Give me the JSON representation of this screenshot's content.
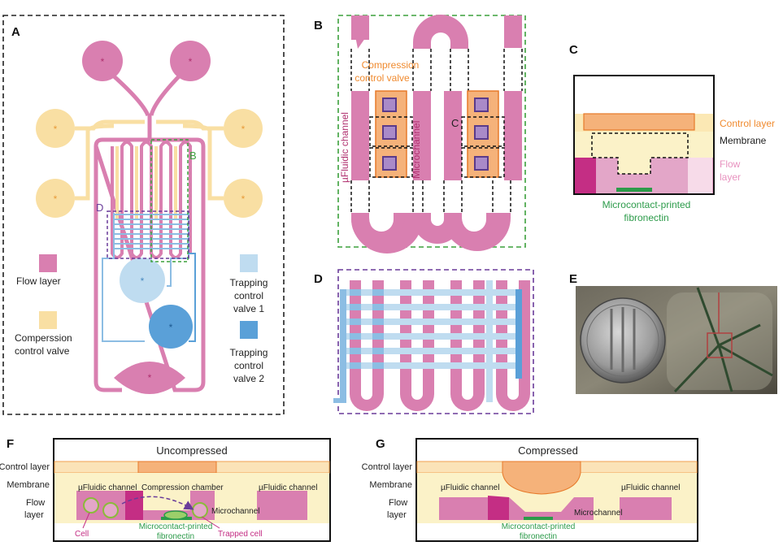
{
  "panels": {
    "A": {
      "label": "A",
      "inset_labels": {
        "b": "B",
        "d": "D"
      },
      "legend": [
        {
          "id": "flow",
          "lines": [
            "Flow layer"
          ],
          "color": "#d97fb0"
        },
        {
          "id": "compression",
          "lines": [
            "Comperssion",
            "control valve"
          ],
          "color": "#f9dfa3"
        },
        {
          "id": "trap1",
          "lines": [
            "Trapping",
            "control",
            "valve 1"
          ],
          "color": "#bfdcf0"
        },
        {
          "id": "trap2",
          "lines": [
            "Trapping",
            "control",
            "valve 2"
          ],
          "color": "#5aa0d8"
        }
      ]
    },
    "B": {
      "label": "B",
      "compression_valve": [
        "Compression",
        "control valve"
      ],
      "fluidic_channel": "µFluidic channel",
      "microchannel": "Microchannel",
      "c_marker": "C"
    },
    "C": {
      "label": "C",
      "control_layer": "Control layer",
      "membrane": "Membrane",
      "flow_layer": [
        "Flow",
        "layer"
      ],
      "fibronectin": [
        "Microcontact-printed",
        "fibronectin"
      ]
    },
    "D": {
      "label": "D"
    },
    "E": {
      "label": "E"
    },
    "F": {
      "label": "F",
      "title": "Uncompressed",
      "control_layer": "Control layer",
      "membrane": "Membrane",
      "flow_layer": [
        "Flow",
        "layer"
      ],
      "fluidic_left": "µFluidic channel",
      "compression_chamber": "Compression chamber",
      "fluidic_right": "µFluidic channel",
      "microchannel": "Microchannel",
      "cell": "Cell",
      "fibronectin": [
        "Microcontact-printed",
        "fibronectin"
      ],
      "trapped_cell": "Trapped cell"
    },
    "G": {
      "label": "G",
      "title": "Compressed",
      "control_layer": "Control layer",
      "membrane": "Membrane",
      "flow_layer": [
        "Flow",
        "layer"
      ],
      "fluidic_left": "µFluidic channel",
      "fluidic_right": "µFluidic channel",
      "microchannel": "Microchannel",
      "fibronectin": [
        "Microcontact-printed",
        "fibronectin"
      ]
    }
  },
  "colors": {
    "flow": "#d97fb0",
    "flow_dark": "#c42e84",
    "compression": "#f9dfa3",
    "compression_text": "#f08a2e",
    "control_valve": "#f5b27a",
    "trap1": "#bfdcf0",
    "trap2": "#5aa0d8",
    "membrane": "#fbf2c8",
    "fibronectin": "#2c9b4a",
    "inset_b": "#3ca03c",
    "inset_d": "#6a3c9a"
  }
}
